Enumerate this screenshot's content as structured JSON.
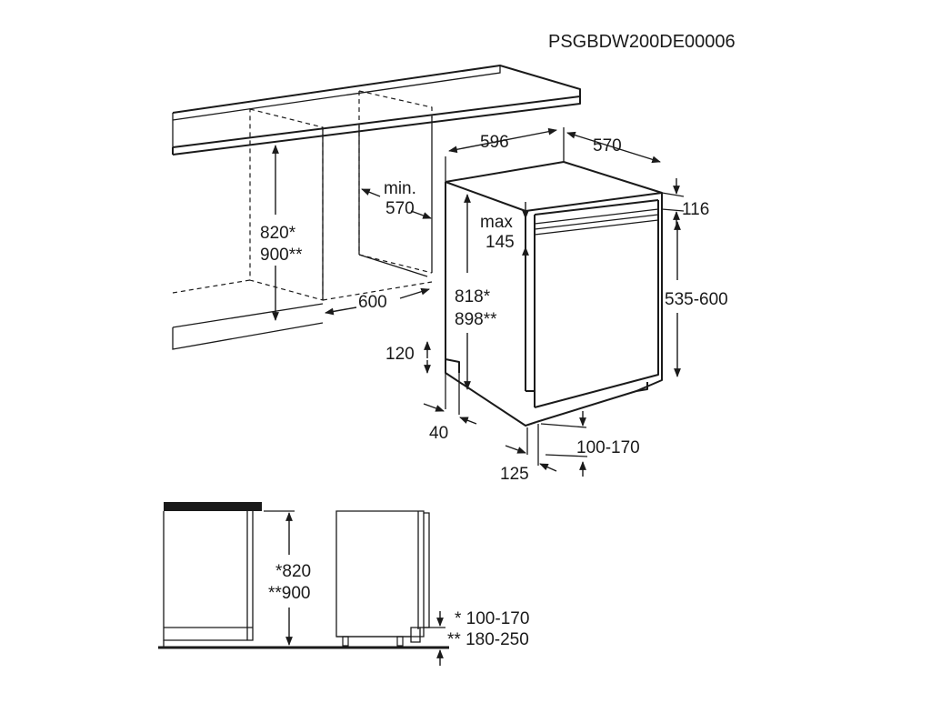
{
  "code": "PSGBDW200DE00006",
  "labels": {
    "width": "596",
    "depth": "570",
    "top_gap": "116",
    "max_line1": "max",
    "max_line2": "145",
    "niche_min_line1": "min.",
    "niche_min_line2": "570",
    "niche_h_1": "820*",
    "niche_h_2": "900**",
    "niche_w": "600",
    "appl_h_1": "818*",
    "appl_h_2": "898**",
    "door_h": "535-600",
    "plinth_h": "120",
    "plinth_d": "40",
    "kick": "100-170",
    "kick_d": "125",
    "side_h_1": "*820",
    "side_h_2": "**900",
    "side_kick_1": "* 100-170",
    "side_kick_2": "** 180-250"
  }
}
